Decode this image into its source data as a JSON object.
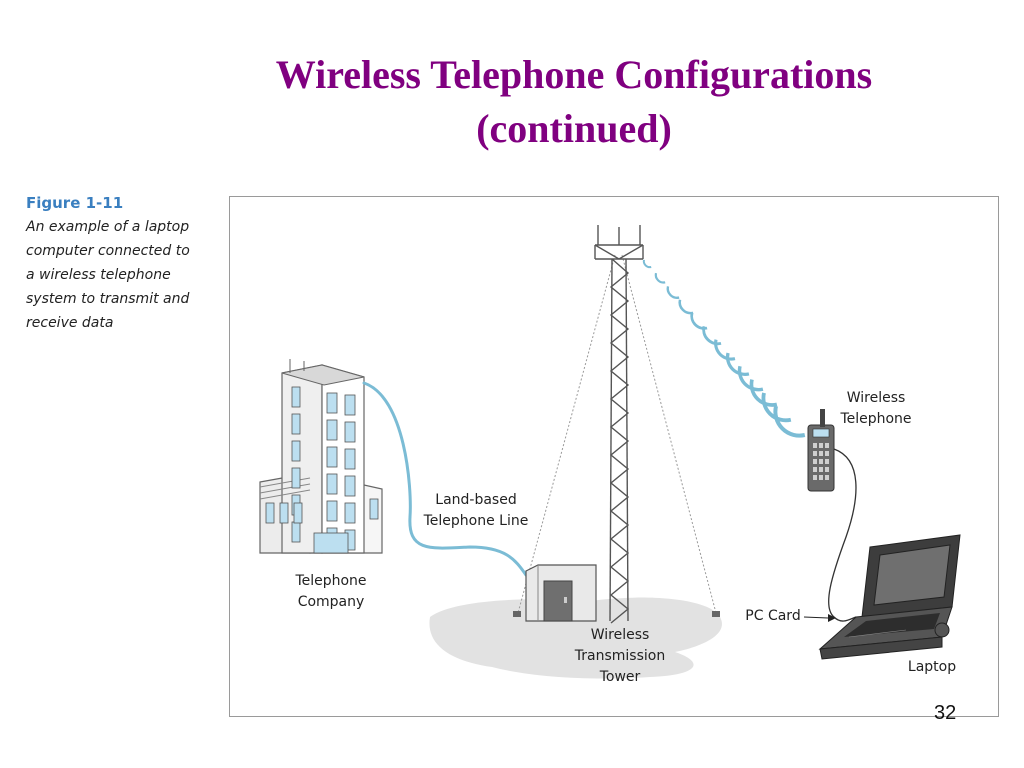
{
  "slide": {
    "title_line1": "Wireless Telephone Configurations",
    "title_line2": "(continued)",
    "page_number": "32"
  },
  "caption": {
    "figure_number": "Figure 1-11",
    "text_lines": [
      "An example of a laptop",
      "computer connected to",
      "a wireless telephone",
      "system to transmit and",
      "receive data"
    ]
  },
  "diagram": {
    "labels": {
      "telephone_company": [
        "Telephone",
        "Company"
      ],
      "land_line": [
        "Land-based",
        "Telephone Line"
      ],
      "tower": [
        "Wireless",
        "Transmission",
        "Tower"
      ],
      "wireless_phone": [
        "Wireless",
        "Telephone"
      ],
      "pc_card": "PC Card",
      "laptop": "Laptop"
    },
    "colors": {
      "title": "#800080",
      "figure_label": "#3a7fc0",
      "cable": "#7bbcd5",
      "window": "#bcdff0",
      "ground": "#e2e2e2"
    }
  }
}
